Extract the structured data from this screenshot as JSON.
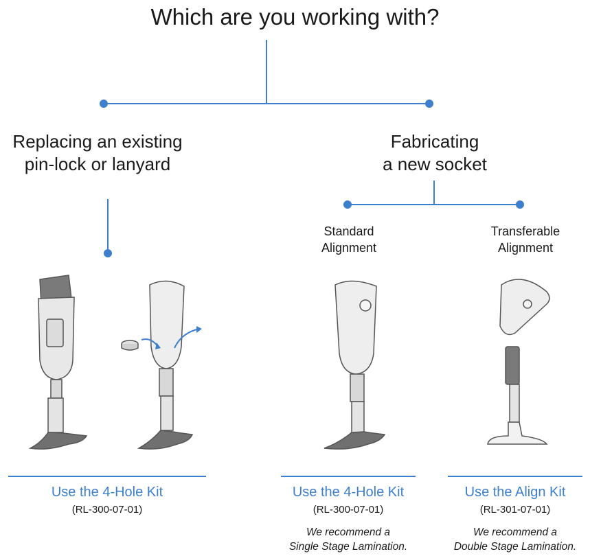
{
  "title": "Which are you working with?",
  "option_left": {
    "line1": "Replacing an existing",
    "line2": "pin-lock or lanyard",
    "kit": "Use the 4-Hole Kit",
    "code": "(RL-300-07-01)"
  },
  "option_right": {
    "line1": "Fabricating",
    "line2": "a new socket",
    "standard": {
      "line1": "Standard",
      "line2": "Alignment",
      "kit": "Use the 4-Hole Kit",
      "code": "(RL-300-07-01)",
      "rec1": "We recommend a",
      "rec2": "Single Stage Lamination."
    },
    "transferable": {
      "line1": "Transferable",
      "line2": "Alignment",
      "kit": "Use the Align Kit",
      "code": "(RL-301-07-01)",
      "rec1": "We recommend a",
      "rec2": "Double Stage Lamination."
    }
  },
  "colors": {
    "accent": "#3d7fcc",
    "text": "#1a1a1a",
    "outline": "#555555",
    "socket_dark": "#7a7a7a",
    "socket_light": "#e8e8e8"
  }
}
